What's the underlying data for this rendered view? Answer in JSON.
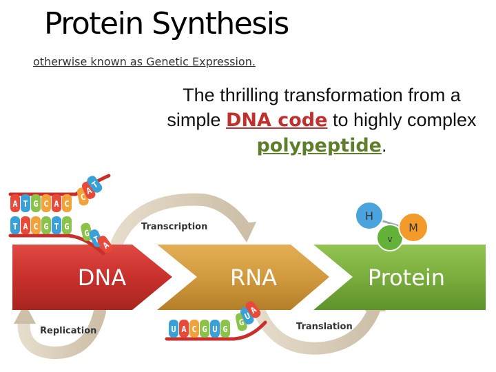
{
  "title": "Protein Synthesis",
  "subtitle": "otherwise known as Genetic Expression.",
  "tagline": {
    "before": "The thrilling transformation from a simple ",
    "keyword1": "DNA code",
    "middle": " to highly complex ",
    "keyword2": "polypeptide",
    "end": "."
  },
  "diagram": {
    "stages": [
      {
        "label": "DNA",
        "color": "#c8302c"
      },
      {
        "label": "RNA",
        "color": "#d29a3e"
      },
      {
        "label": "Protein",
        "color": "#79ad3c"
      }
    ],
    "processes": {
      "transcription": "Transcription",
      "translation": "Translation",
      "replication": "Replication"
    },
    "dna_strand_top": [
      "A",
      "T",
      "G",
      "C",
      "A",
      "C",
      "C",
      "A",
      "T"
    ],
    "dna_strand_bottom": [
      "T",
      "A",
      "C",
      "G",
      "T",
      "G",
      "G",
      "T",
      "A"
    ],
    "rna_strand": [
      "U",
      "A",
      "C",
      "G",
      "U",
      "G",
      "G",
      "U",
      "A"
    ],
    "amino_acids": [
      {
        "label": "H",
        "color": "#4aa3dc"
      },
      {
        "label": "V",
        "color": "#63b33a"
      },
      {
        "label": "M",
        "color": "#f29a2a"
      }
    ],
    "base_colors": {
      "A": "#e84a3a",
      "T": "#3aa0d8",
      "U": "#3aa0d8",
      "G": "#8bc34a",
      "C": "#f2a23a"
    }
  }
}
